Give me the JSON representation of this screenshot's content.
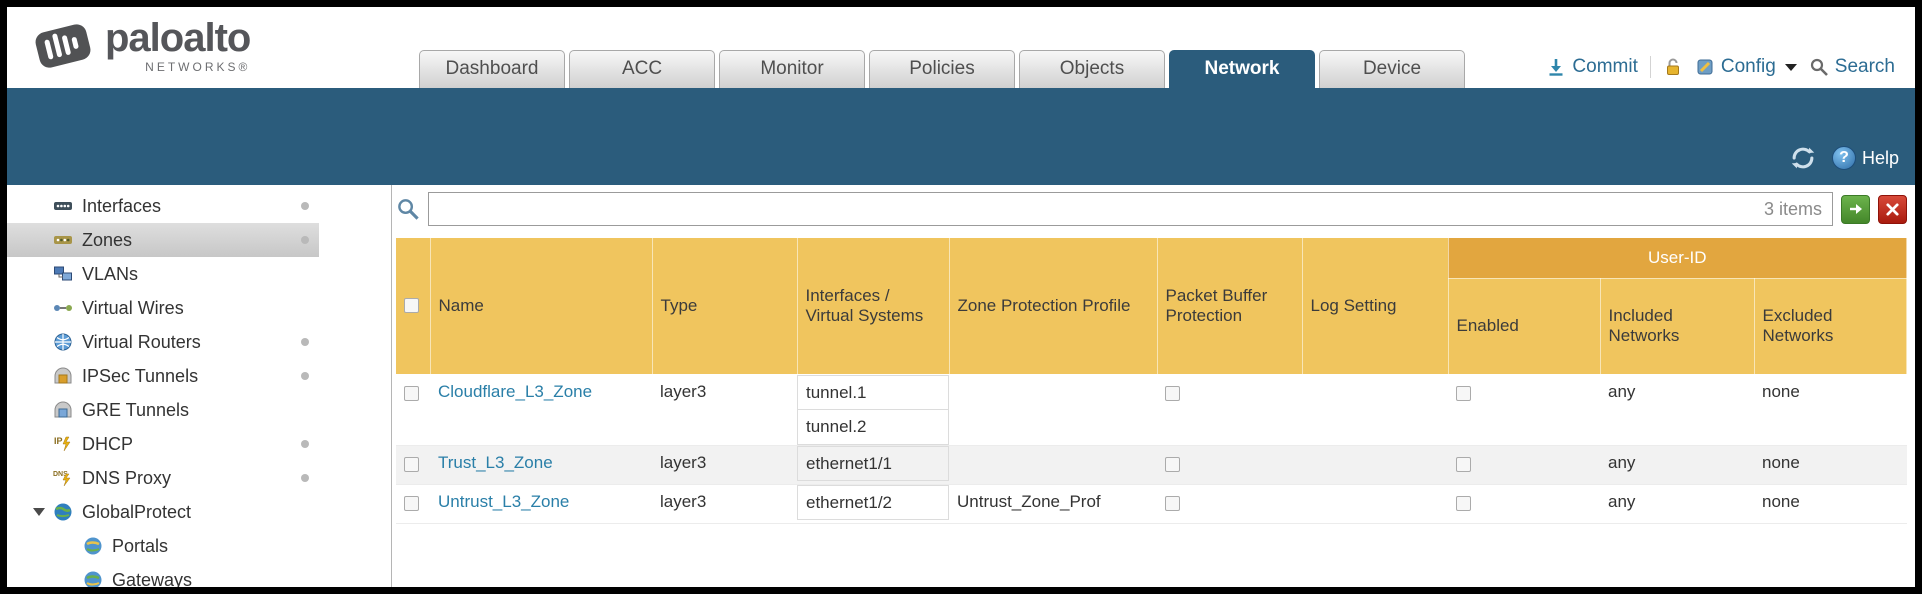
{
  "colors": {
    "banner": "#2b5c7c",
    "tab_active_bg": "#2b5c7c",
    "table_header": "#f0c55e",
    "user_id_band": "#e2a63f",
    "link": "#2a7fa8"
  },
  "brand": {
    "name": "paloalto",
    "sub": "NETWORKS®"
  },
  "tabs": [
    {
      "label": "Dashboard",
      "active": false
    },
    {
      "label": "ACC",
      "active": false
    },
    {
      "label": "Monitor",
      "active": false
    },
    {
      "label": "Policies",
      "active": false
    },
    {
      "label": "Objects",
      "active": false
    },
    {
      "label": "Network",
      "active": true
    },
    {
      "label": "Device",
      "active": false
    }
  ],
  "topbar": {
    "commit": "Commit",
    "config": "Config",
    "search": "Search"
  },
  "banner": {
    "help": "Help"
  },
  "sidebar": {
    "items": [
      {
        "label": "Interfaces"
      },
      {
        "label": "Zones",
        "selected": true
      },
      {
        "label": "VLANs"
      },
      {
        "label": "Virtual Wires"
      },
      {
        "label": "Virtual Routers"
      },
      {
        "label": "IPSec Tunnels"
      },
      {
        "label": "GRE Tunnels"
      },
      {
        "label": "DHCP"
      },
      {
        "label": "DNS Proxy"
      },
      {
        "label": "GlobalProtect",
        "expanded": true
      },
      {
        "label": "Portals",
        "child": true
      },
      {
        "label": "Gateways",
        "child": true
      }
    ]
  },
  "toolbar": {
    "items_count": "3 items"
  },
  "table": {
    "group_header": "User-ID",
    "columns": [
      "Name",
      "Type",
      "Interfaces / Virtual Systems",
      "Zone Protection Profile",
      "Packet Buffer Protection",
      "Log Setting",
      "Enabled",
      "Included Networks",
      "Excluded Networks"
    ],
    "rows": [
      {
        "name": "Cloudflare_L3_Zone",
        "type": "layer3",
        "interfaces": [
          "tunnel.1",
          "tunnel.2"
        ],
        "zone_protection_profile": "",
        "packet_buffer_protection": false,
        "log_setting": "",
        "enabled": false,
        "included_networks": "any",
        "excluded_networks": "none"
      },
      {
        "name": "Trust_L3_Zone",
        "type": "layer3",
        "interfaces": [
          "ethernet1/1"
        ],
        "zone_protection_profile": "",
        "packet_buffer_protection": false,
        "log_setting": "",
        "enabled": false,
        "included_networks": "any",
        "excluded_networks": "none"
      },
      {
        "name": "Untrust_L3_Zone",
        "type": "layer3",
        "interfaces": [
          "ethernet1/2"
        ],
        "zone_protection_profile": "Untrust_Zone_Prof",
        "packet_buffer_protection": false,
        "log_setting": "",
        "enabled": false,
        "included_networks": "any",
        "excluded_networks": "none"
      }
    ]
  }
}
